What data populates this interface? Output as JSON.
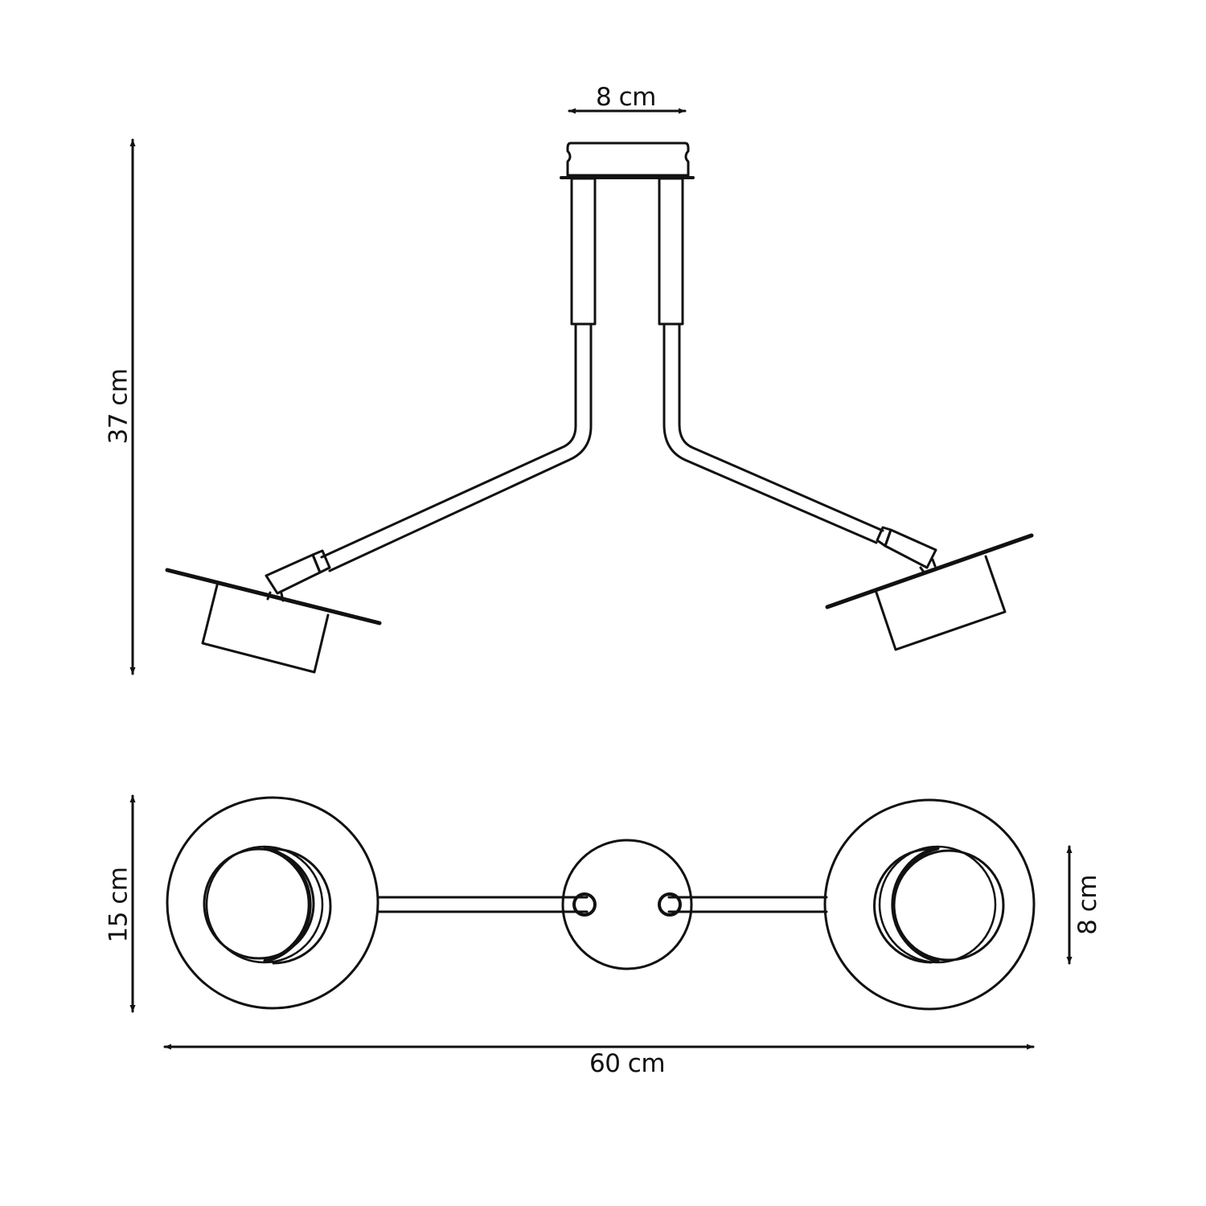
{
  "diagram": {
    "type": "product dimension drawing",
    "subject": "two-arm ceiling spotlight fixture",
    "views": [
      "side elevation",
      "top plan"
    ],
    "colors": {
      "stroke": "#111111",
      "background": "#ffffff"
    }
  },
  "dimensions": {
    "canopy_width": {
      "label": "8 cm",
      "value": 8,
      "unit": "cm"
    },
    "total_height": {
      "label": "37 cm",
      "value": 37,
      "unit": "cm"
    },
    "shade_diameter": {
      "label": "15 cm",
      "value": 15,
      "unit": "cm"
    },
    "lamp_diameter": {
      "label": "8 cm",
      "value": 8,
      "unit": "cm"
    },
    "total_width": {
      "label": "60 cm",
      "value": 60,
      "unit": "cm"
    }
  }
}
